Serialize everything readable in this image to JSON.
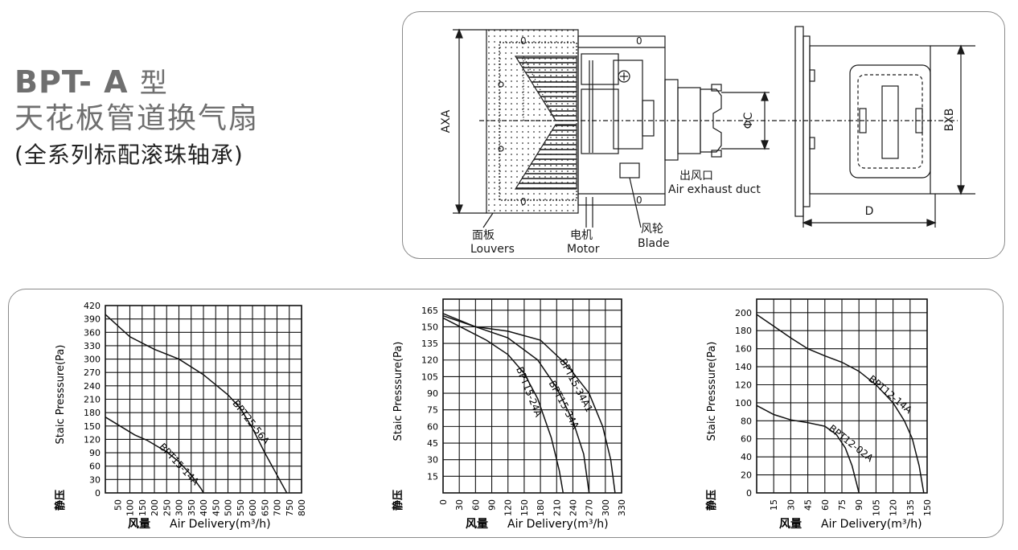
{
  "header": {
    "model_code": "BPT- A",
    "model_suffix": "型",
    "product_name": "天花板管道换气扇",
    "note": "(全系列标配滚珠轴承)"
  },
  "diagram": {
    "dim_axa": "AXA",
    "dim_bxb": "BXB",
    "dim_d": "D",
    "dim_phic": "ΦC",
    "zero_mark": "0",
    "exhaust_cn": "出风口",
    "exhaust_en": "Air exhaust duct",
    "louvers_cn": "面板",
    "louvers_en": "Louvers",
    "motor_cn": "电机",
    "motor_en": "Motor",
    "blade_cn": "风轮",
    "blade_en": "Blade"
  },
  "chart_data": [
    {
      "type": "line",
      "ylabel_cn": "静压",
      "ylabel_en": "Staic  Presssure(Pa)",
      "xlabel_cn": "风量",
      "xlabel_en": "Air  Delivery(m³/h)",
      "x_ticks": [
        "50",
        "100",
        "150",
        "200",
        "250",
        "300",
        "350",
        "400",
        "450",
        "500",
        "550",
        "600",
        "650",
        "700",
        "750",
        "800"
      ],
      "y_ticks": [
        "0",
        "30",
        "60",
        "90",
        "120",
        "150",
        "180",
        "210",
        "240",
        "270",
        "300",
        "330",
        "360",
        "390",
        "420"
      ],
      "xlim": [
        0,
        800
      ],
      "ylim": [
        0,
        420
      ],
      "grid": true,
      "series": [
        {
          "name": "BPT25-56A",
          "points": [
            [
              0,
              400
            ],
            [
              100,
              350
            ],
            [
              200,
              322
            ],
            [
              300,
              300
            ],
            [
              400,
              265
            ],
            [
              500,
              220
            ],
            [
              550,
              190
            ],
            [
              600,
              145
            ],
            [
              650,
              90
            ],
            [
              700,
              40
            ],
            [
              740,
              0
            ]
          ]
        },
        {
          "name": "BPT15-14A",
          "points": [
            [
              0,
              170
            ],
            [
              60,
              150
            ],
            [
              120,
              130
            ],
            [
              170,
              118
            ],
            [
              250,
              92
            ],
            [
              300,
              70
            ],
            [
              350,
              40
            ],
            [
              390,
              10
            ],
            [
              400,
              0
            ]
          ]
        }
      ]
    },
    {
      "type": "line",
      "ylabel_cn": "静压",
      "ylabel_en": "Staic  Presssure(Pa)",
      "xlabel_cn": "风量",
      "xlabel_en": "Air  Delivery(m³/h)",
      "x_ticks": [
        "0",
        "30",
        "60",
        "90",
        "120",
        "150",
        "180",
        "210",
        "240",
        "270",
        "300",
        "330"
      ],
      "y_ticks": [
        "15",
        "30",
        "45",
        "60",
        "75",
        "90",
        "105",
        "120",
        "135",
        "150",
        "165"
      ],
      "xlim": [
        0,
        330
      ],
      "ylim": [
        0,
        175
      ],
      "grid": true,
      "series": [
        {
          "name": "BPT15-34A1",
          "points": [
            [
              0,
              162
            ],
            [
              60,
              150
            ],
            [
              120,
              146
            ],
            [
              180,
              138
            ],
            [
              230,
              115
            ],
            [
              270,
              90
            ],
            [
              295,
              60
            ],
            [
              310,
              30
            ],
            [
              318,
              0
            ]
          ]
        },
        {
          "name": "BPT15-34A",
          "points": [
            [
              0,
              160
            ],
            [
              60,
              150
            ],
            [
              120,
              140
            ],
            [
              175,
              120
            ],
            [
              210,
              95
            ],
            [
              240,
              65
            ],
            [
              260,
              35
            ],
            [
              270,
              0
            ]
          ]
        },
        {
          "name": "BPT15-24A",
          "points": [
            [
              0,
              158
            ],
            [
              40,
              148
            ],
            [
              80,
              138
            ],
            [
              120,
              125
            ],
            [
              150,
              108
            ],
            [
              175,
              85
            ],
            [
              200,
              50
            ],
            [
              215,
              20
            ],
            [
              222,
              0
            ]
          ]
        }
      ]
    },
    {
      "type": "line",
      "ylabel_cn": "静压",
      "ylabel_en": "Staic  Presssure(Pa)",
      "xlabel_cn": "风量",
      "xlabel_en": "Air  Delivery(m³/h)",
      "x_ticks": [
        "15",
        "30",
        "45",
        "60",
        "75",
        "90",
        "105",
        "120",
        "135",
        "150"
      ],
      "y_ticks": [
        "0",
        "20",
        "40",
        "60",
        "80",
        "100",
        "120",
        "140",
        "160",
        "180",
        "200"
      ],
      "xlim": [
        0,
        150
      ],
      "ylim": [
        0,
        215
      ],
      "grid": true,
      "series": [
        {
          "name": "BPT12-14A",
          "points": [
            [
              0,
              198
            ],
            [
              15,
              185
            ],
            [
              30,
              172
            ],
            [
              45,
              160
            ],
            [
              60,
              152
            ],
            [
              75,
              145
            ],
            [
              90,
              135
            ],
            [
              105,
              120
            ],
            [
              120,
              100
            ],
            [
              130,
              80
            ],
            [
              137,
              60
            ],
            [
              143,
              30
            ],
            [
              147,
              0
            ]
          ]
        },
        {
          "name": "BPT12-02A",
          "points": [
            [
              0,
              97
            ],
            [
              15,
              87
            ],
            [
              30,
              81
            ],
            [
              45,
              78
            ],
            [
              60,
              74
            ],
            [
              70,
              65
            ],
            [
              78,
              50
            ],
            [
              84,
              30
            ],
            [
              88,
              10
            ],
            [
              90,
              0
            ]
          ]
        }
      ]
    }
  ]
}
